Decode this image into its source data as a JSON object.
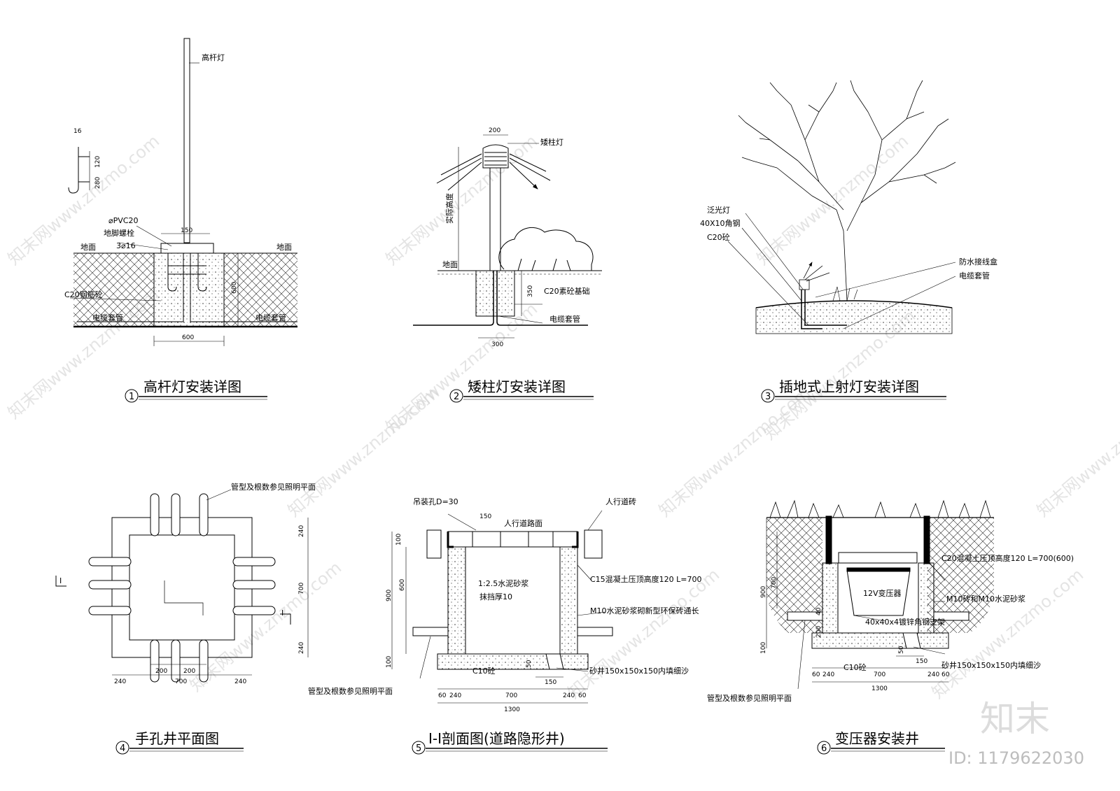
{
  "watermark": {
    "text": "知末网www.znzmo.com",
    "logo": "知末",
    "id_label": "ID: 1179622030"
  },
  "details": [
    {
      "num": "1",
      "title": "高杆灯安装详图",
      "labels": {
        "lamp": "高杆灯",
        "pvc": "⌀PVC20",
        "bolt": "地脚螺栓",
        "bolt_spec": "3⌀16",
        "ground_l": "地面",
        "ground_r": "地面",
        "concrete": "C20钢筋砼",
        "cable_l": "电缆套管",
        "cable_r": "电缆套管"
      },
      "dims": {
        "d16": "16",
        "d120": "120",
        "d280": "280",
        "d150": "150",
        "d600v": "600",
        "d600h": "600"
      }
    },
    {
      "num": "2",
      "title": "矮柱灯安装详图",
      "labels": {
        "lamp": "矮柱灯",
        "height": "实际高度",
        "ground": "地面",
        "base": "C20素砼基础",
        "cable": "电缆套管"
      },
      "dims": {
        "d200": "200",
        "d350": "350",
        "d300": "300"
      }
    },
    {
      "num": "3",
      "title": "插地式上射灯安装详图",
      "labels": {
        "flood": "泛光灯",
        "steel": "40X10角钢",
        "c20": "C20砼",
        "box": "防水接线盒",
        "cable": "电缆套管"
      }
    },
    {
      "num": "4",
      "title": "手孔井平面图",
      "labels": {
        "pipe": "管型及根数参见照明平面",
        "sec_l": "I",
        "sec_r": "I"
      },
      "dims": {
        "v240a": "240",
        "v700": "700",
        "v240b": "240",
        "h240a": "240",
        "h700": "700",
        "h240b": "240",
        "p200a": "200",
        "p200b": "200"
      }
    },
    {
      "num": "5",
      "title": "I-I剖面图(道路隐形井)",
      "labels": {
        "hole": "吊装孔D=30",
        "pave": "人行道路面",
        "brick": "人行道砖",
        "mortar": "1:2.5水泥砂浆",
        "plaster": "抹挡厚10",
        "c15": "C15混凝土压顶高度120 L=700",
        "m10": "M10水泥砂浆砌新型环保砖通长",
        "c10": "C10砼",
        "sand": "砂井150x150x150内填细沙",
        "pipe": "管型及根数参见照明平面"
      },
      "dims": {
        "d150": "150",
        "v100a": "100",
        "v900": "900",
        "v600": "600",
        "v100b": "100",
        "v50": "50",
        "h150": "150",
        "h60a": "60",
        "h240a": "240",
        "h700": "700",
        "h240b": "240",
        "h60b": "60",
        "h1300": "1300"
      }
    },
    {
      "num": "6",
      "title": "变压器安装井",
      "labels": {
        "trans": "12V变压器",
        "c20": "C20混凝土压顶高度120 L=700(600)",
        "m10": "M10砖和M10水泥砂浆",
        "angle": "40x40x4镀锌角钢支架",
        "c10": "C10砼",
        "sand": "砂井150x150x150内填细沙",
        "pipe": "管型及根数参见照明平面"
      },
      "dims": {
        "v900": "900",
        "v700": "700",
        "v40": "40",
        "v200": "200",
        "v100": "100",
        "v50": "50",
        "h150": "150",
        "h60a": "60",
        "h240a": "240",
        "h700": "700",
        "h240b": "240",
        "h60b": "60",
        "h1300": "1300"
      }
    }
  ]
}
